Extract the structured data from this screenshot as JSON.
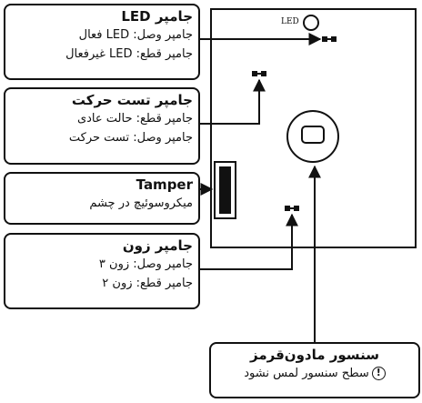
{
  "led_box": {
    "title": "جامپر LED",
    "line1": "جامپر وصل: LED فعال",
    "line2": "جامپر قطع: LED غیرفعال"
  },
  "motion_box": {
    "title": "جامپر تست حرکت",
    "line1": "جامپر قطع: حالت عادی",
    "line2": "جامپر وصل: تست حرکت"
  },
  "tamper_box": {
    "title": "Tamper",
    "line1": "میکروسوئیچ در چشم"
  },
  "zone_box": {
    "title": "جامپر زون",
    "line1": "جامپر وصل: زون ۳",
    "line2": "جامپر قطع: زون ۲"
  },
  "sensor_box": {
    "title": "سنسور مادون‌قرمز",
    "warning_icon_glyph": "!",
    "line1": "سطح سنسور لمس نشود"
  },
  "board": {
    "led_label": "LED"
  },
  "icons": [
    "led-indicator",
    "jumper",
    "tamper-switch",
    "pir-sensor",
    "warning-icon"
  ],
  "colors": {
    "ink": "#111111",
    "background": "#ffffff"
  }
}
